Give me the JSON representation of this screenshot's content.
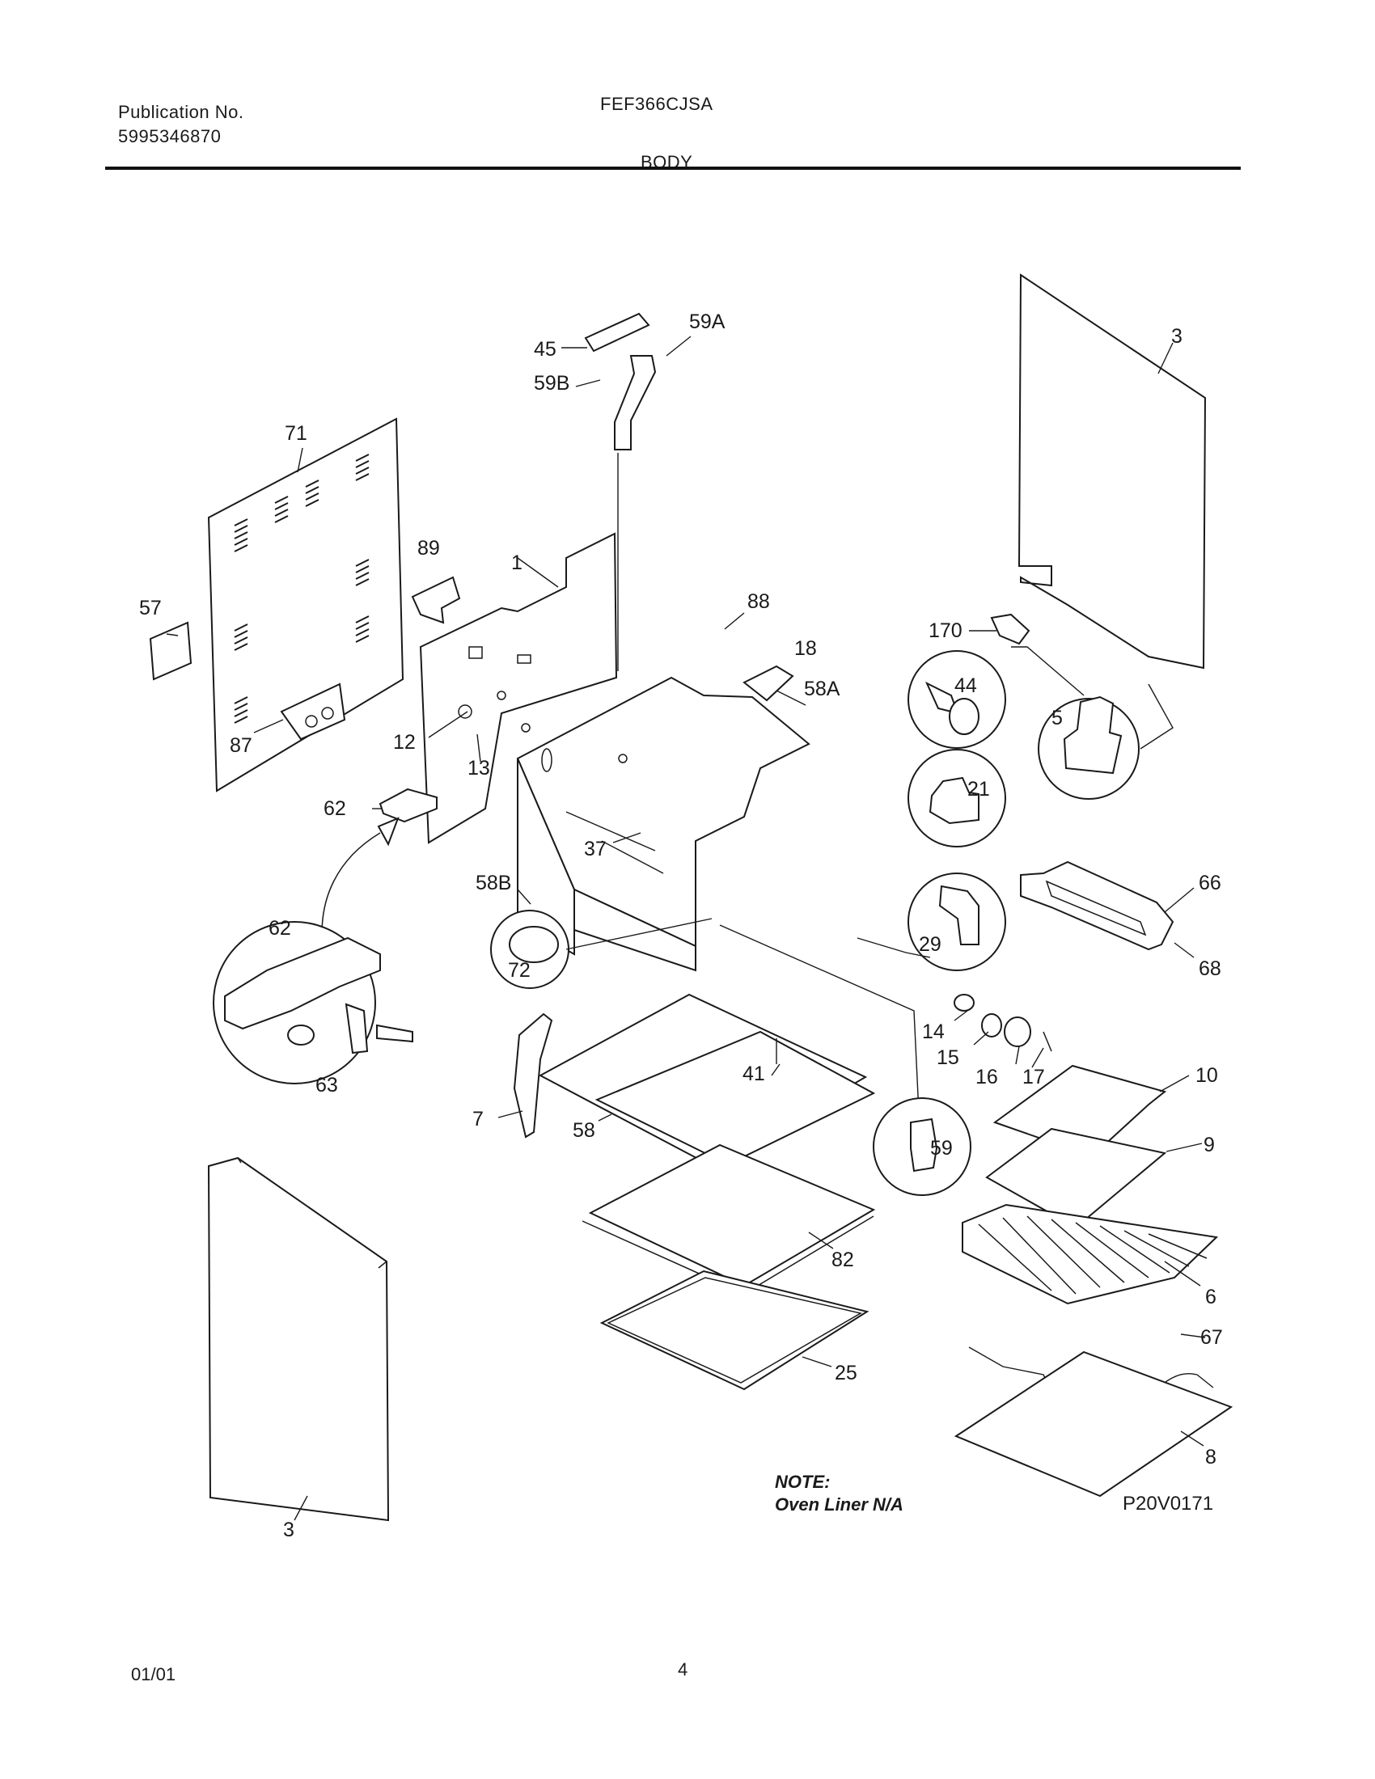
{
  "header": {
    "publication_label": "Publication No.",
    "publication_number": "5995346870",
    "model": "FEF366CJSA",
    "section": "BODY"
  },
  "callouts": {
    "c71": "71",
    "c57": "57",
    "c89": "89",
    "c1": "1",
    "c88": "88",
    "c45": "45",
    "c59A": "59A",
    "c59B": "59B",
    "c3top": "3",
    "c170": "170",
    "c44": "44",
    "c5": "5",
    "c18": "18",
    "c58A": "58A",
    "c21": "21",
    "c87": "87",
    "c12": "12",
    "c13": "13",
    "c62": "62",
    "c37": "37",
    "c58B": "58B",
    "c66": "66",
    "c68": "68",
    "c29": "29",
    "c72": "72",
    "c62det": "62",
    "c63": "63",
    "c14": "14",
    "c15": "15",
    "c16": "16",
    "c17": "17",
    "c41": "41",
    "c7": "7",
    "c58": "58",
    "c10": "10",
    "c59": "59",
    "c9": "9",
    "c82": "82",
    "c6": "6",
    "c67": "67",
    "c25": "25",
    "c8": "8",
    "c3bot": "3"
  },
  "note": {
    "line1": "NOTE:",
    "line2": "Oven Liner N/A"
  },
  "drawing_id": "P20V0171",
  "footer": {
    "date": "01/01",
    "page": "4"
  }
}
